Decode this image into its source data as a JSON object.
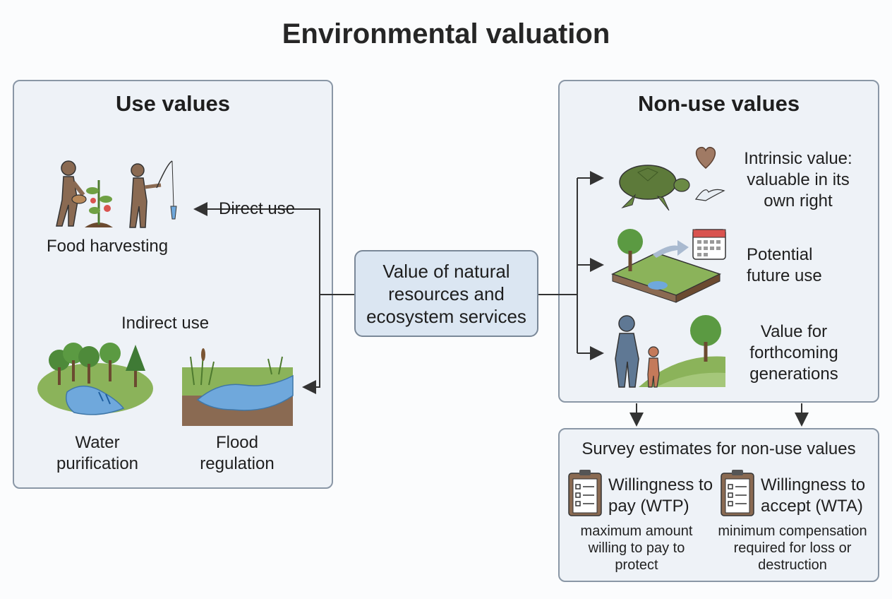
{
  "title": "Environmental valuation",
  "center": "Value of natural resources and ecosystem services",
  "use": {
    "title": "Use values",
    "direct": "Direct use",
    "food": "Food harvesting",
    "indirect": "Indirect use",
    "water": "Water purification",
    "flood": "Flood regulation"
  },
  "nonuse": {
    "title": "Non-use values",
    "intrinsic": "Intrinsic value: valuable in its own right",
    "potential": "Potential future use",
    "future_gen": "Value for forthcoming generations"
  },
  "survey": {
    "title": "Survey estimates for non-use values",
    "wtp": "Willingness to pay (WTP)",
    "wtp_desc": "maximum amount willing to pay to protect",
    "wta": "Willingness to accept (WTA)",
    "wta_desc": "minimum compensation required for loss or destruction"
  },
  "colors": {
    "panel": "#eef2f7",
    "center": "#dbe6f2",
    "water": "#6fa8dc",
    "grass": "#8bb35a",
    "person": "#8a6a52"
  }
}
